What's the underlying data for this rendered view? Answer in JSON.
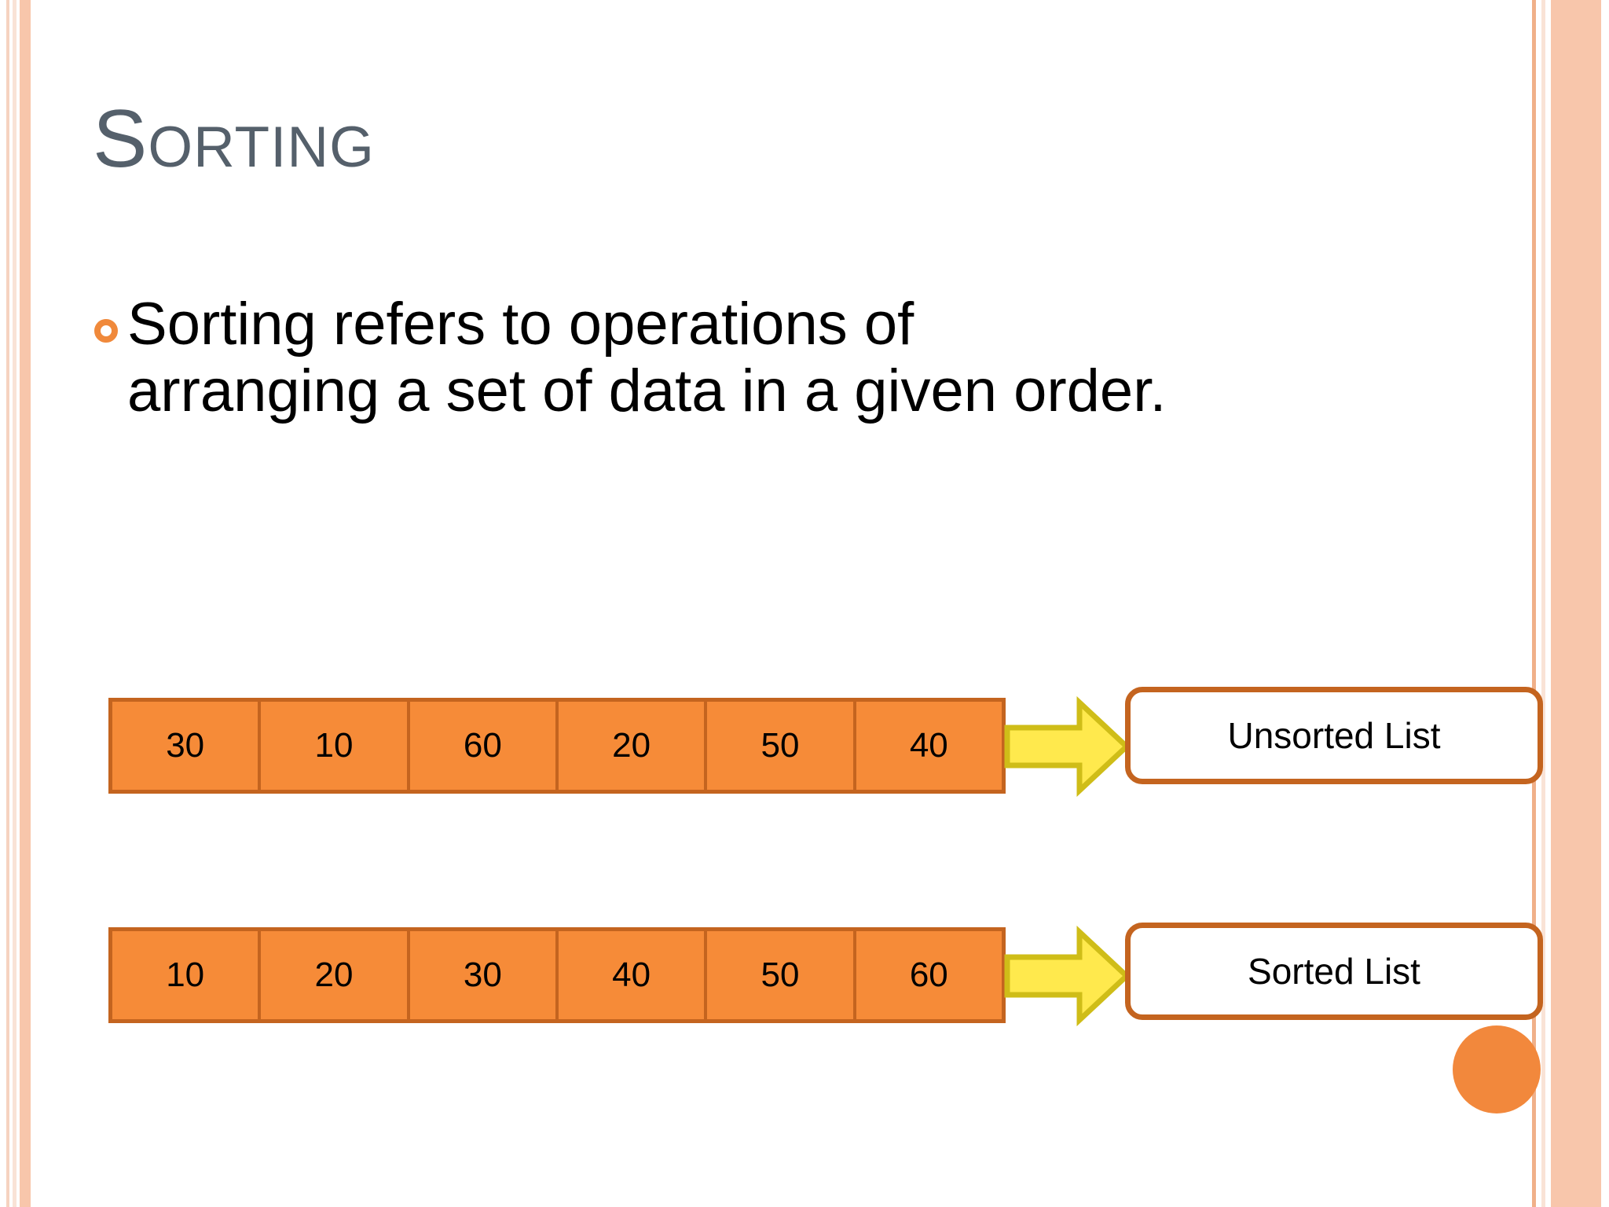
{
  "slide": {
    "title": "Sorting",
    "bullets": [
      {
        "marker": "hollow-circle",
        "text": "Sorting refers to operations of arranging a set of data in a given order."
      }
    ],
    "diagrams": [
      {
        "name": "unsorted-array",
        "cells": [
          "30",
          "10",
          "60",
          "20",
          "50",
          "40"
        ],
        "arrow": "block-arrow-right",
        "label": "Unsorted List"
      },
      {
        "name": "sorted-array",
        "cells": [
          "10",
          "20",
          "30",
          "40",
          "50",
          "60"
        ],
        "arrow": "block-arrow-right",
        "label": "Sorted List"
      }
    ],
    "colors": {
      "title": "#55606b",
      "cell_fill": "#f68b38",
      "cell_border": "#c4641f",
      "arrow_fill": "#ffe94d",
      "arrow_border": "#cfbd18",
      "bullet_marker": "#f0893b",
      "accent_circle": "#f2883c",
      "edge_band": "#f8c6ab"
    }
  }
}
